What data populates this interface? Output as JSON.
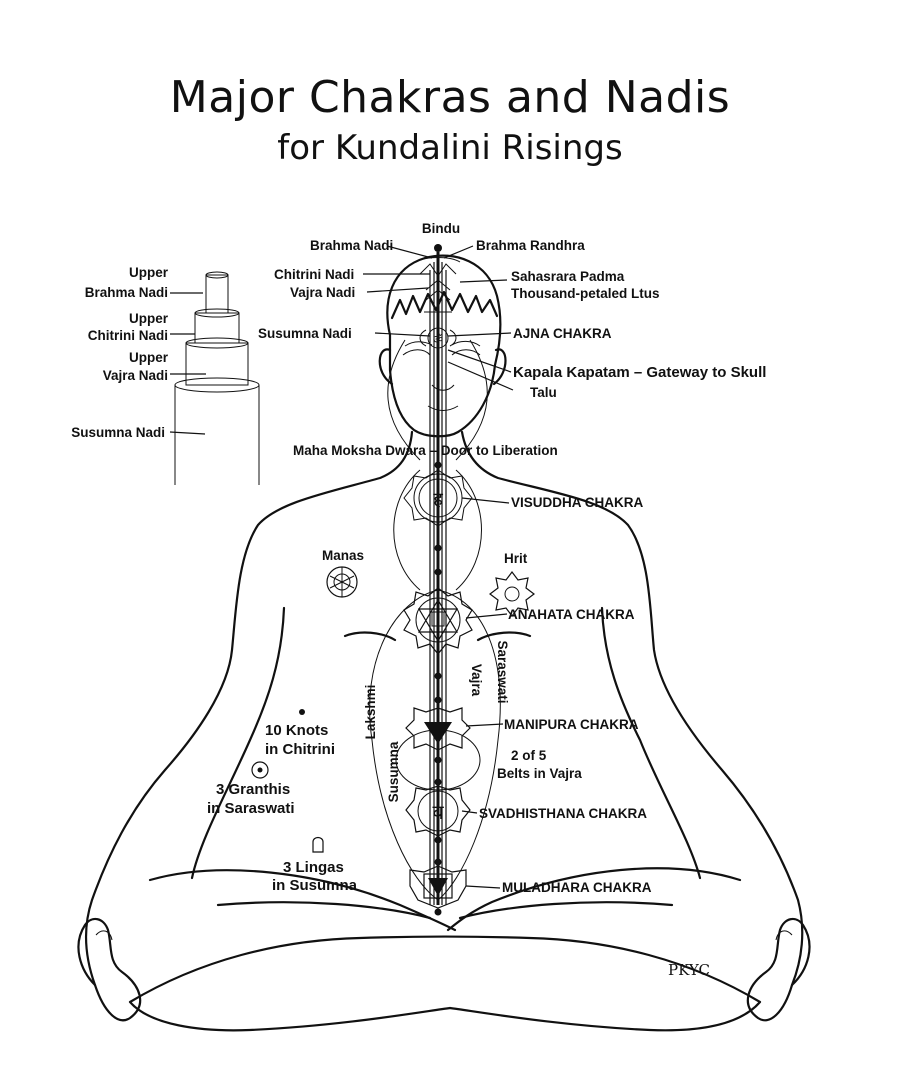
{
  "title": "Major Chakras and Nadis",
  "subtitle": "for Kundalini Risings",
  "labels": {
    "bindu": "Bindu",
    "brahma_nadi": "Brahma Nadi",
    "brahma_randhra": "Brahma Randhra",
    "chitrini_nadi": "Chitrini Nadi",
    "vajra_nadi": "Vajra Nadi",
    "sahasrara_1": "Sahasrara Padma",
    "sahasrara_2": "Thousand-petaled Ltus",
    "susumna_nadi_head": "Susumna Nadi",
    "ajna": "AJNA CHAKRA",
    "kapala": "Kapala Kapatam – Gateway to Skull",
    "talu": "Talu",
    "maha_moksha": "Maha Moksha Dwara – Door to Liberation",
    "visuddha": "VISUDDHA CHAKRA",
    "manas": "Manas",
    "hrit": "Hrit",
    "anahata": "ANAHATA CHAKRA",
    "lakshmi": "Lakshmi",
    "susumna_vert": "Susumna",
    "vajra_vert": "Vajra",
    "saraswati_vert": "Saraswati",
    "manipura": "MANIPURA CHAKRA",
    "knots_1": "10 Knots",
    "knots_2": "in Chitrini",
    "belts_1": "2 of 5",
    "belts_2": "Belts in Vajra",
    "granthis_1": "3 Granthis",
    "granthis_2": "in Saraswati",
    "svadhisthana": "SVADHISTHANA CHAKRA",
    "lingas_1": "3 Lingas",
    "lingas_2": "in Susumna",
    "muladhara": "MULADHARA CHAKRA",
    "signature": "PKYC"
  },
  "inset": {
    "upper_1": "Upper",
    "brahma": "Brahma Nadi",
    "upper_2": "Upper",
    "chitrini": "Chitrini Nadi",
    "upper_3": "Upper",
    "vajra": "Vajra Nadi",
    "susumna": "Susumna Nadi"
  },
  "glyphs": {
    "visuddha": "ह",
    "svadhisthana": "व",
    "ajna": "ॐ"
  }
}
